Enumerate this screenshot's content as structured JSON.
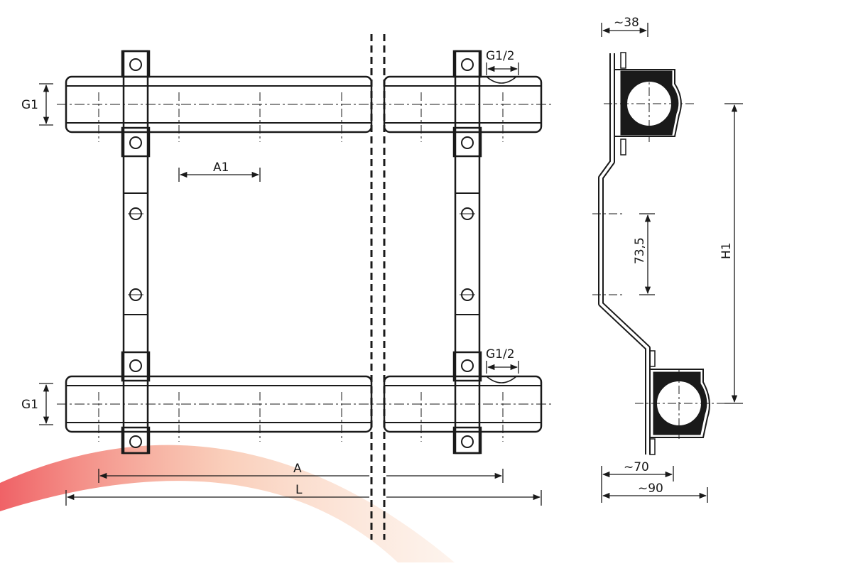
{
  "colors": {
    "line": "#1a1a1a",
    "fill": "#1a1a1a",
    "background": "#ffffff",
    "watermark_red": "#e8161d",
    "watermark_orange": "#f7a86a"
  },
  "labels": {
    "g1_top": "G1",
    "g1_bottom": "G1",
    "g12_top": "G1/2",
    "g12_bottom": "G1/2",
    "a1": "A1",
    "a": "A",
    "l": "L",
    "w38": "~38",
    "d735": "73,5",
    "h1": "H1",
    "w70": "~70",
    "w90": "~90"
  }
}
